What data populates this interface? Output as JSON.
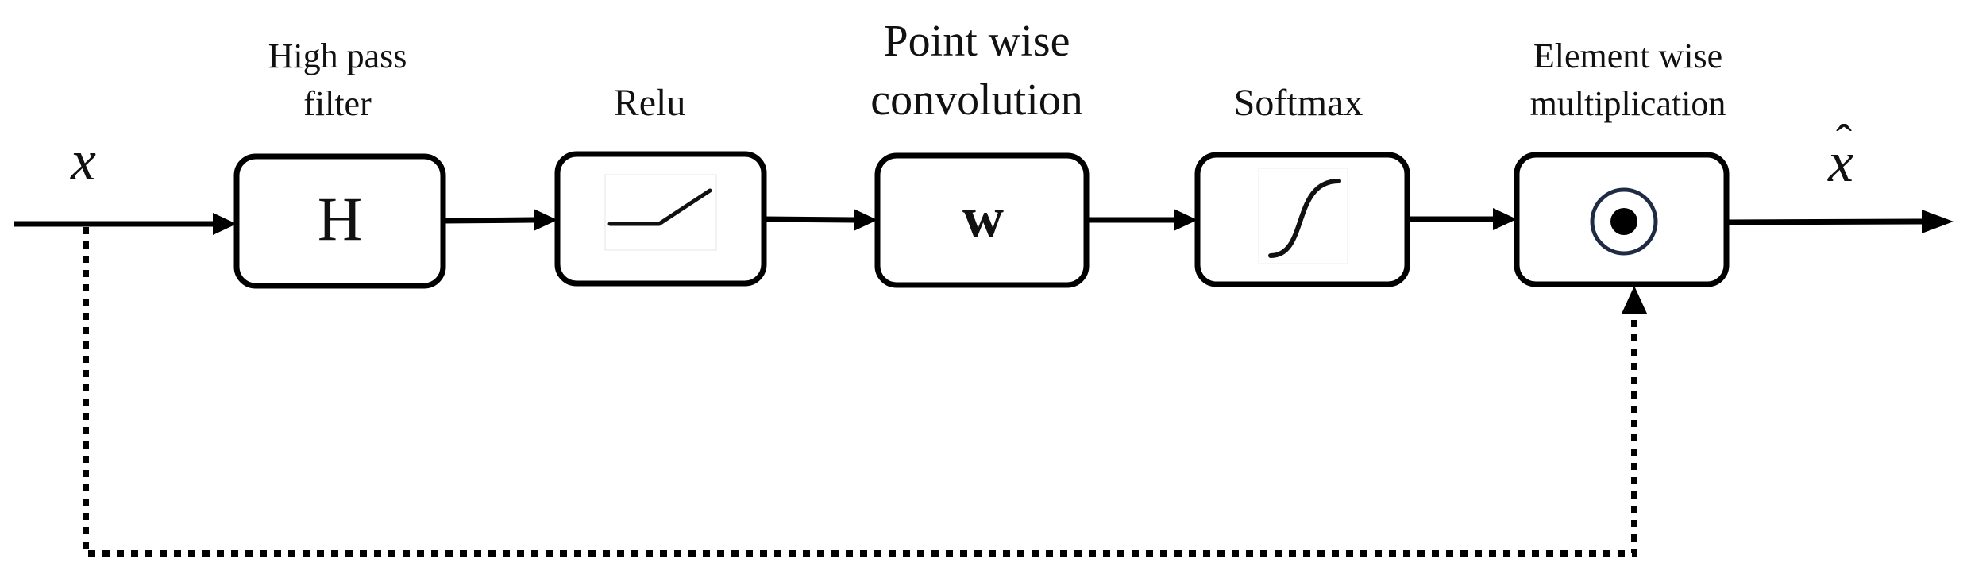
{
  "input": {
    "symbol": "x"
  },
  "output": {
    "symbol": "x̂",
    "base": "x",
    "accent": "ˆ"
  },
  "blocks": [
    {
      "id": "high-pass-filter",
      "title_lines": [
        "High pass",
        "filter"
      ],
      "symbol": "H"
    },
    {
      "id": "relu",
      "title_lines": [
        "Relu"
      ],
      "icon": "relu-curve-icon"
    },
    {
      "id": "pointwise-conv",
      "title_lines": [
        "Point wise",
        "convolution"
      ],
      "symbol": "w"
    },
    {
      "id": "softmax",
      "title_lines": [
        "Softmax"
      ],
      "icon": "sigmoid-curve-icon"
    },
    {
      "id": "elementwise-mult",
      "title_lines": [
        "Element wise",
        "multiplication"
      ],
      "icon": "odot-operator-icon"
    }
  ],
  "colors": {
    "line": "#000000",
    "operator_ring": "#1f2a44",
    "background": "#ffffff"
  }
}
